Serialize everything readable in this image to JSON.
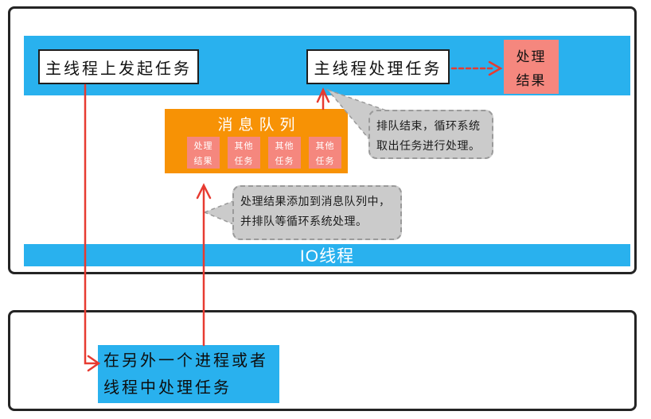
{
  "main_panel": {
    "top_bar": {
      "initiate_task_label": "主线程上发起任务",
      "process_task_label": "主线程处理任务"
    },
    "result_box": {
      "line1": "处理",
      "line2": "结果"
    },
    "message_queue": {
      "title": "消息队列",
      "items": [
        {
          "line1": "处理",
          "line2": "结果"
        },
        {
          "line1": "其他",
          "line2": "任务"
        },
        {
          "line1": "其他",
          "line2": "任务"
        },
        {
          "line1": "其他",
          "line2": "任务"
        }
      ]
    },
    "callouts": {
      "dequeue": {
        "line1": "排队结束，循环系统",
        "line2": "取出任务进行处理。"
      },
      "enqueue": {
        "line1": "处理结果添加到消息队列中，",
        "line2": "并排队等循环系统处理。"
      }
    },
    "io_thread_label": "IO线程"
  },
  "worker_panel": {
    "worker_box": {
      "line1": "在另外一个进程或者",
      "line2": "线程中处理任务"
    }
  },
  "colors": {
    "blue": "#29b1ee",
    "orange": "#f79205",
    "salmon": "#f5877e",
    "bubble_gray": "#cbcbcb",
    "arrow_red": "#e73b31"
  }
}
